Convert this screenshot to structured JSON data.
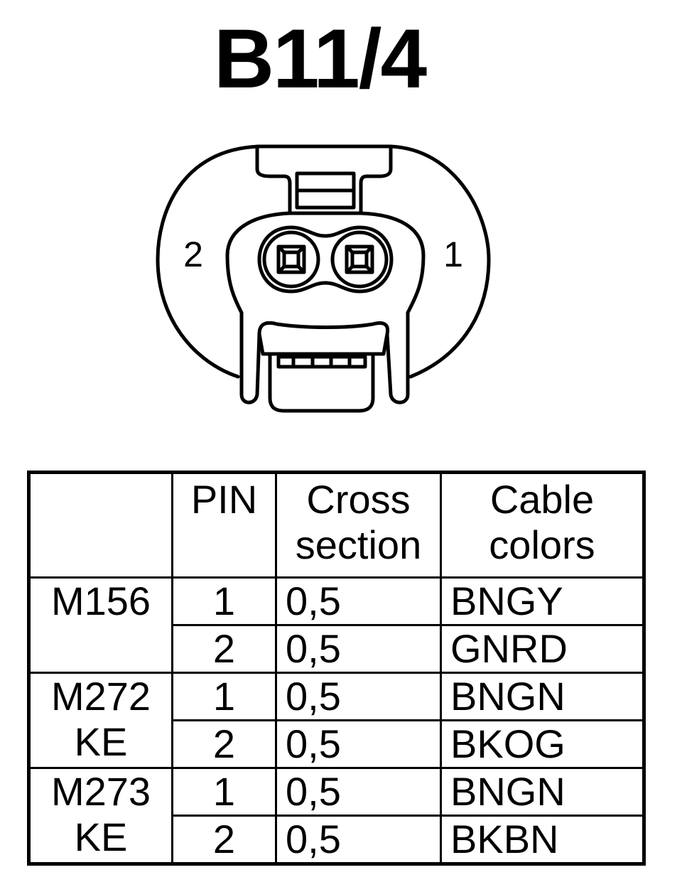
{
  "title": "B11/4",
  "connector": {
    "pin_labels": [
      "2",
      "1"
    ]
  },
  "table": {
    "headers": {
      "engine": "",
      "pin": "PIN",
      "cross_section_line1": "Cross",
      "cross_section_line2": "section",
      "cable_colors_line1": "Cable",
      "cable_colors_line2": "colors"
    },
    "groups": [
      {
        "engine_line1": "M156",
        "engine_line2": "",
        "rows": [
          {
            "pin": "1",
            "cross_section": "0,5",
            "color": "BNGY"
          },
          {
            "pin": "2",
            "cross_section": "0,5",
            "color": "GNRD"
          }
        ]
      },
      {
        "engine_line1": "M272",
        "engine_line2": "KE",
        "rows": [
          {
            "pin": "1",
            "cross_section": "0,5",
            "color": "BNGN"
          },
          {
            "pin": "2",
            "cross_section": "0,5",
            "color": "BKOG"
          }
        ]
      },
      {
        "engine_line1": "M273",
        "engine_line2": "KE",
        "rows": [
          {
            "pin": "1",
            "cross_section": "0,5",
            "color": "BNGN"
          },
          {
            "pin": "2",
            "cross_section": "0,5",
            "color": "BKBN"
          }
        ]
      }
    ]
  }
}
